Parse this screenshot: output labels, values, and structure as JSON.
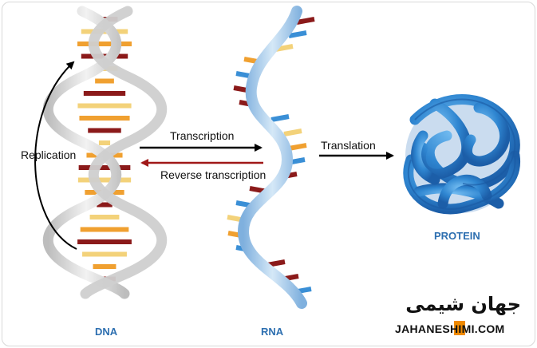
{
  "labels": {
    "replication": "Replication",
    "transcription": "Transcription",
    "reverse_transcription": "Reverse transcription",
    "translation": "Translation",
    "dna": "DNA",
    "rna": "RNA",
    "protein": "PROTEIN"
  },
  "watermark": {
    "persian": "جهان شیمی",
    "latin": "JAHANESHIMI.COM"
  },
  "colors": {
    "dna_strand": "#d9d9d9",
    "rna_strand": "#9ec3e6",
    "protein": "#2f86d1",
    "base_red": "#8b1a1a",
    "base_orange": "#f0a030",
    "base_yellow": "#f3d27a",
    "base_blue": "#3a8fd6",
    "reverse_arrow": "#a01818",
    "caption_blue": "#2d6fb0",
    "logo_orange": "#f08a00"
  }
}
